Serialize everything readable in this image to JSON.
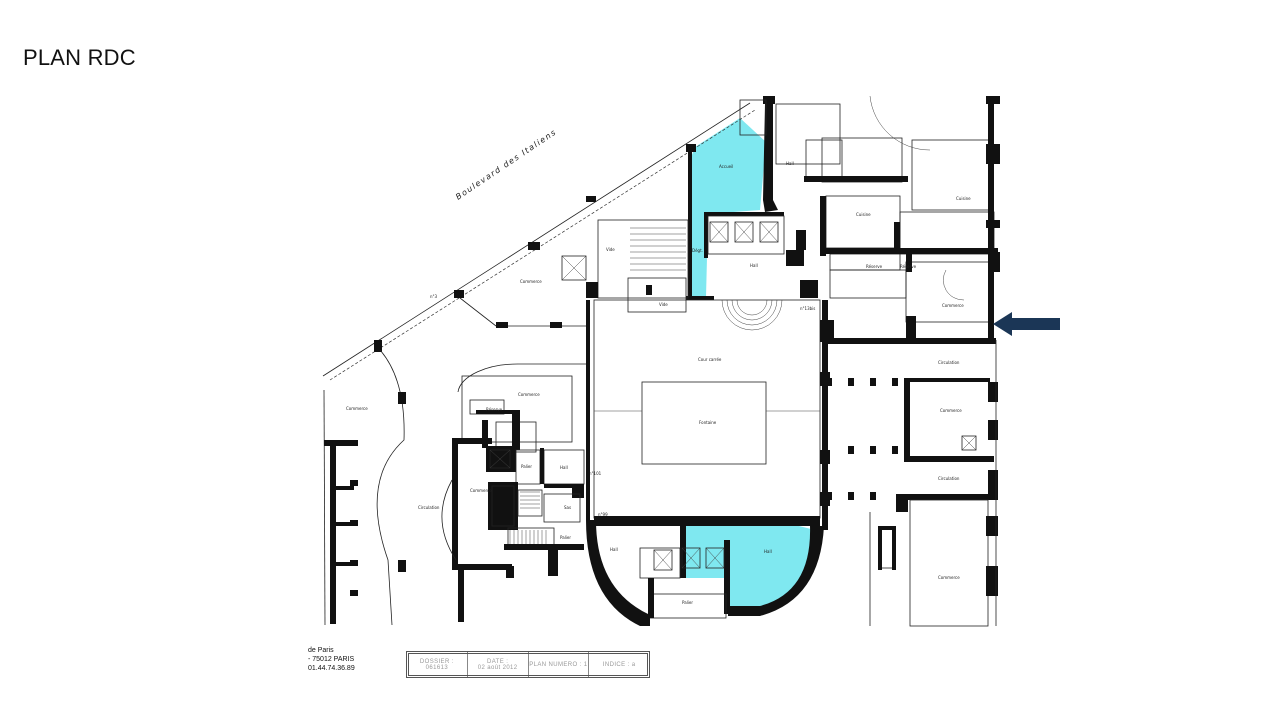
{
  "title": "PLAN RDC",
  "colors": {
    "highlight": "#7fe8f0",
    "arrow": "#1b3656",
    "wall": "#111111"
  },
  "street": {
    "name": "Boulevard   des   Italiens",
    "no_3": "n°3"
  },
  "highlighted_zones": [
    "accueil-zone",
    "hall-zone"
  ],
  "arrow": {
    "icon": "arrow-left-icon"
  },
  "rooms": {
    "accueil": "Accueil",
    "cour": "Cour carrée",
    "fontaine": "Fontaine",
    "circulation_left": "Circulation",
    "commerce_top": "Commerce",
    "commerce_far_left": "Commerce",
    "commerce_mid": "Commerce",
    "commerce_left2": "Commerce",
    "commerce_right1": "Commerce",
    "commerce_right2": "Commerce",
    "commerce_right3": "Commerce",
    "circulation_r1": "Circulation",
    "circulation_r2": "Circulation",
    "cuisine1": "Cuisine",
    "cuisine2": "Cuisine",
    "reserve1": "Réserve",
    "reserve2": "Réserve",
    "vide1": "Vide",
    "vide2": "Vide",
    "hall1": "Hall",
    "hall2": "Hall",
    "hall3": "Hall",
    "hall_bottom_right": "Hall",
    "hall_bottom_left": "Hall",
    "degt": "Dégt.",
    "palier1": "Palier",
    "palier2": "Palier",
    "palier3": "Palier",
    "sas": "Sas",
    "no_101": "n°101",
    "no_99": "n°99",
    "no_13bis": "n°13bis"
  },
  "address": {
    "line1": "de Paris",
    "line2": "- 75012 PARIS",
    "line3": "01.44.74.36.89"
  },
  "cartouche": {
    "dossier_label": "DOSSIER :",
    "dossier_value": "061613",
    "date_label": "DATE :",
    "date_value": "02 août 2012",
    "plan_label": "PLAN NUMERO : 1",
    "indice_label": "INDICE : a"
  }
}
